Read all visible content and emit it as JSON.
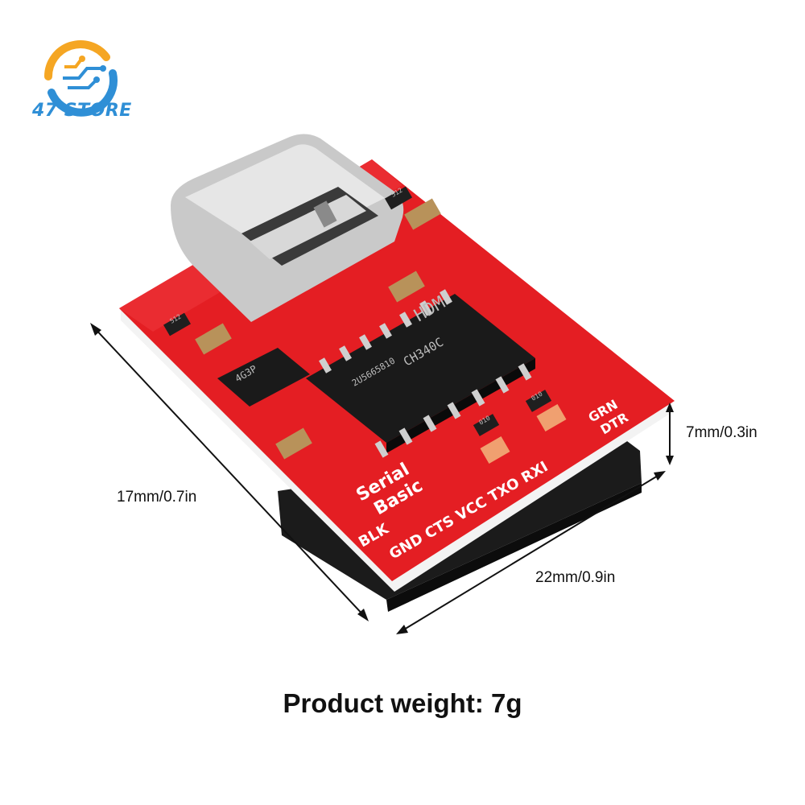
{
  "brand": {
    "name": "47 STORE",
    "icon": "circuit-ring-logo"
  },
  "dimensions": {
    "width_label": "17mm/0.7in",
    "length_label": "22mm/0.9in",
    "height_label": "7mm/0.3in"
  },
  "board_silkscreen": {
    "title_line1": "Serial",
    "title_line2": "Basic",
    "pins_row1": "BLK",
    "pins_row2": "GND CTS VCC TXO RXI",
    "grn": "GRN",
    "dtr": "DTR",
    "chip_mark1": "CH340C",
    "chip_mark2": "2U5665810",
    "chip_logo": "HDM",
    "regulator_mark": "4G3P",
    "resistor_mark1": "512",
    "resistor_mark2": "512",
    "led_mark1": "010",
    "led_mark2": "010"
  },
  "caption": {
    "weight": "Product weight: 7g"
  },
  "colors": {
    "pcb": "#e41e23",
    "brand_orange": "#f5a623",
    "brand_blue": "#2f8fd6"
  }
}
